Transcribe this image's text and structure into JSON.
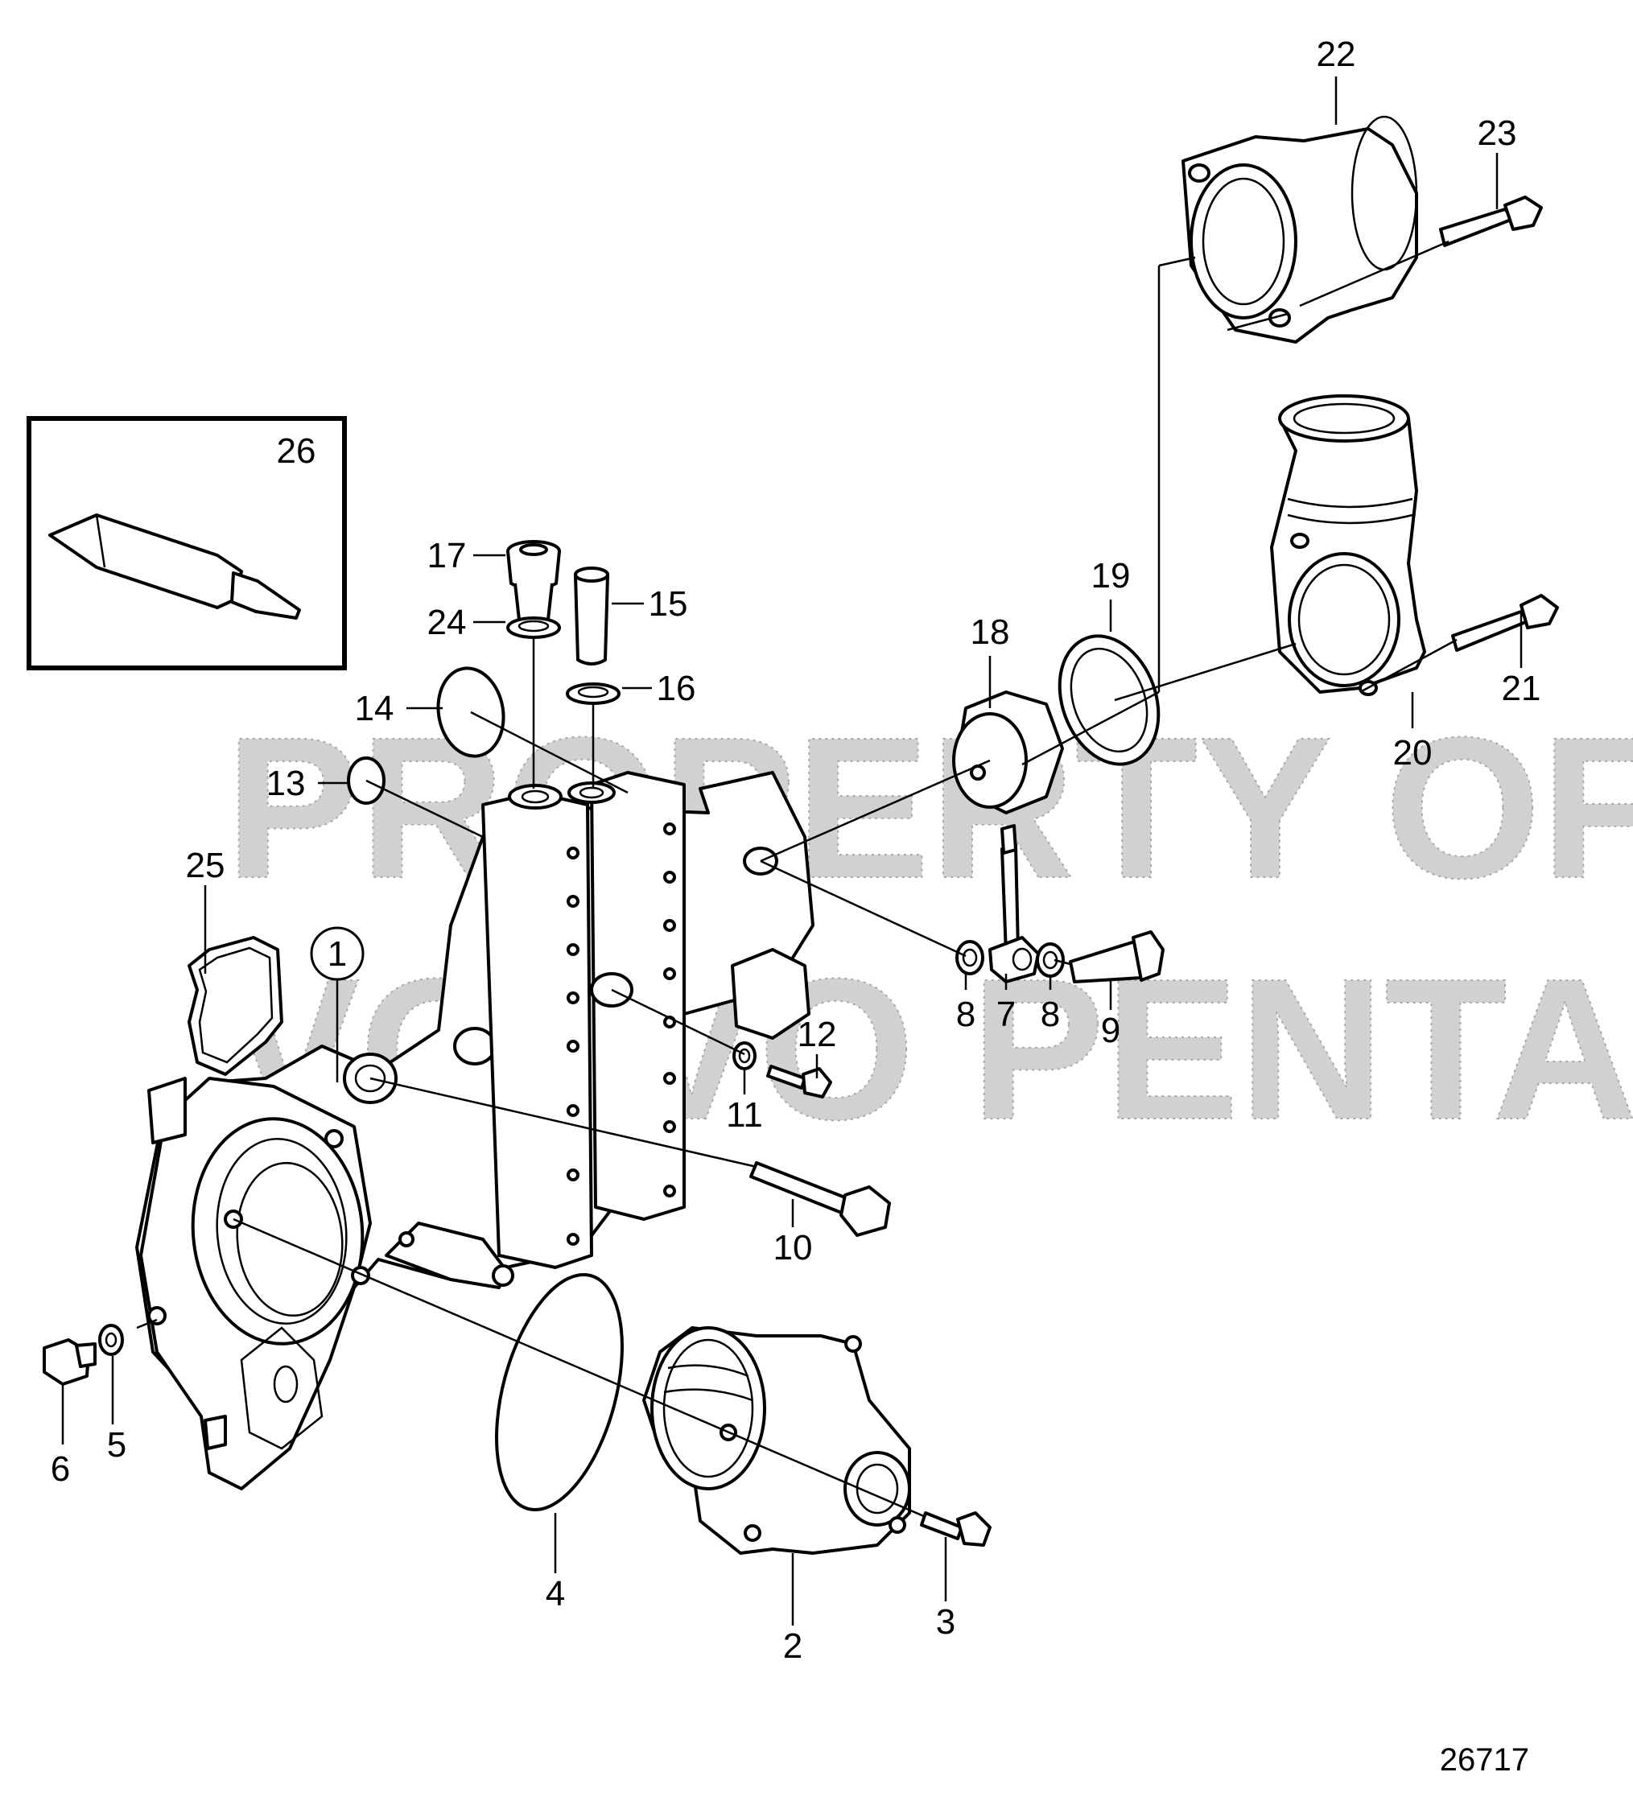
{
  "watermark": {
    "line1": "PROPERTY OF",
    "line2": "VOLVO PENTA"
  },
  "drawing_number": "26717",
  "callouts": [
    "1",
    "2",
    "3",
    "4",
    "5",
    "6",
    "7",
    "8",
    "8",
    "9",
    "10",
    "11",
    "12",
    "13",
    "14",
    "15",
    "16",
    "17",
    "18",
    "19",
    "20",
    "21",
    "22",
    "23",
    "24",
    "25",
    "26"
  ]
}
